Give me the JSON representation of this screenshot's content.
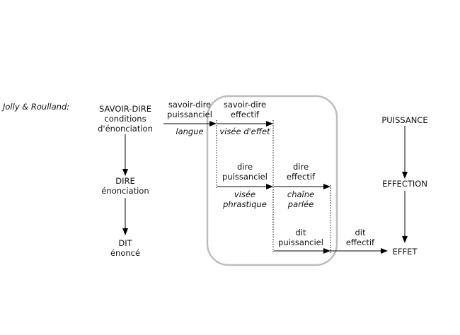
{
  "author": "Jolly & Roulland:",
  "left_column": {
    "savoir_dire": "SAVOIR-DIRE",
    "conditions": "conditions",
    "enonciation_cond": "d'énonciation",
    "dire": "DIRE",
    "enonciation": "énonciation",
    "dit": "DIT",
    "enonce": "énoncé"
  },
  "middle": {
    "savoir_dire_puiss_1": "savoir-dire",
    "savoir_dire_puiss_2": "puissanciel",
    "langue": "langue",
    "savoir_dire_eff_1": "savoir-dire",
    "savoir_dire_eff_2": "effectif",
    "visee_effet": "visée d'effet",
    "dire_puiss_1": "dire",
    "dire_puiss_2": "puissanciel",
    "visee_phr_1": "visée",
    "visee_phr_2": "phrastique",
    "dire_eff_1": "dire",
    "dire_eff_2": "effectif",
    "chaine_1": "chaîne",
    "chaine_2": "parlée",
    "dit_puiss_1": "dit",
    "dit_puiss_2": "puissanciel",
    "dit_eff_1": "dit",
    "dit_eff_2": "effectif"
  },
  "right_column": {
    "puissance": "PUISSANCE",
    "effection": "EFFECTION",
    "effet": "EFFET"
  }
}
